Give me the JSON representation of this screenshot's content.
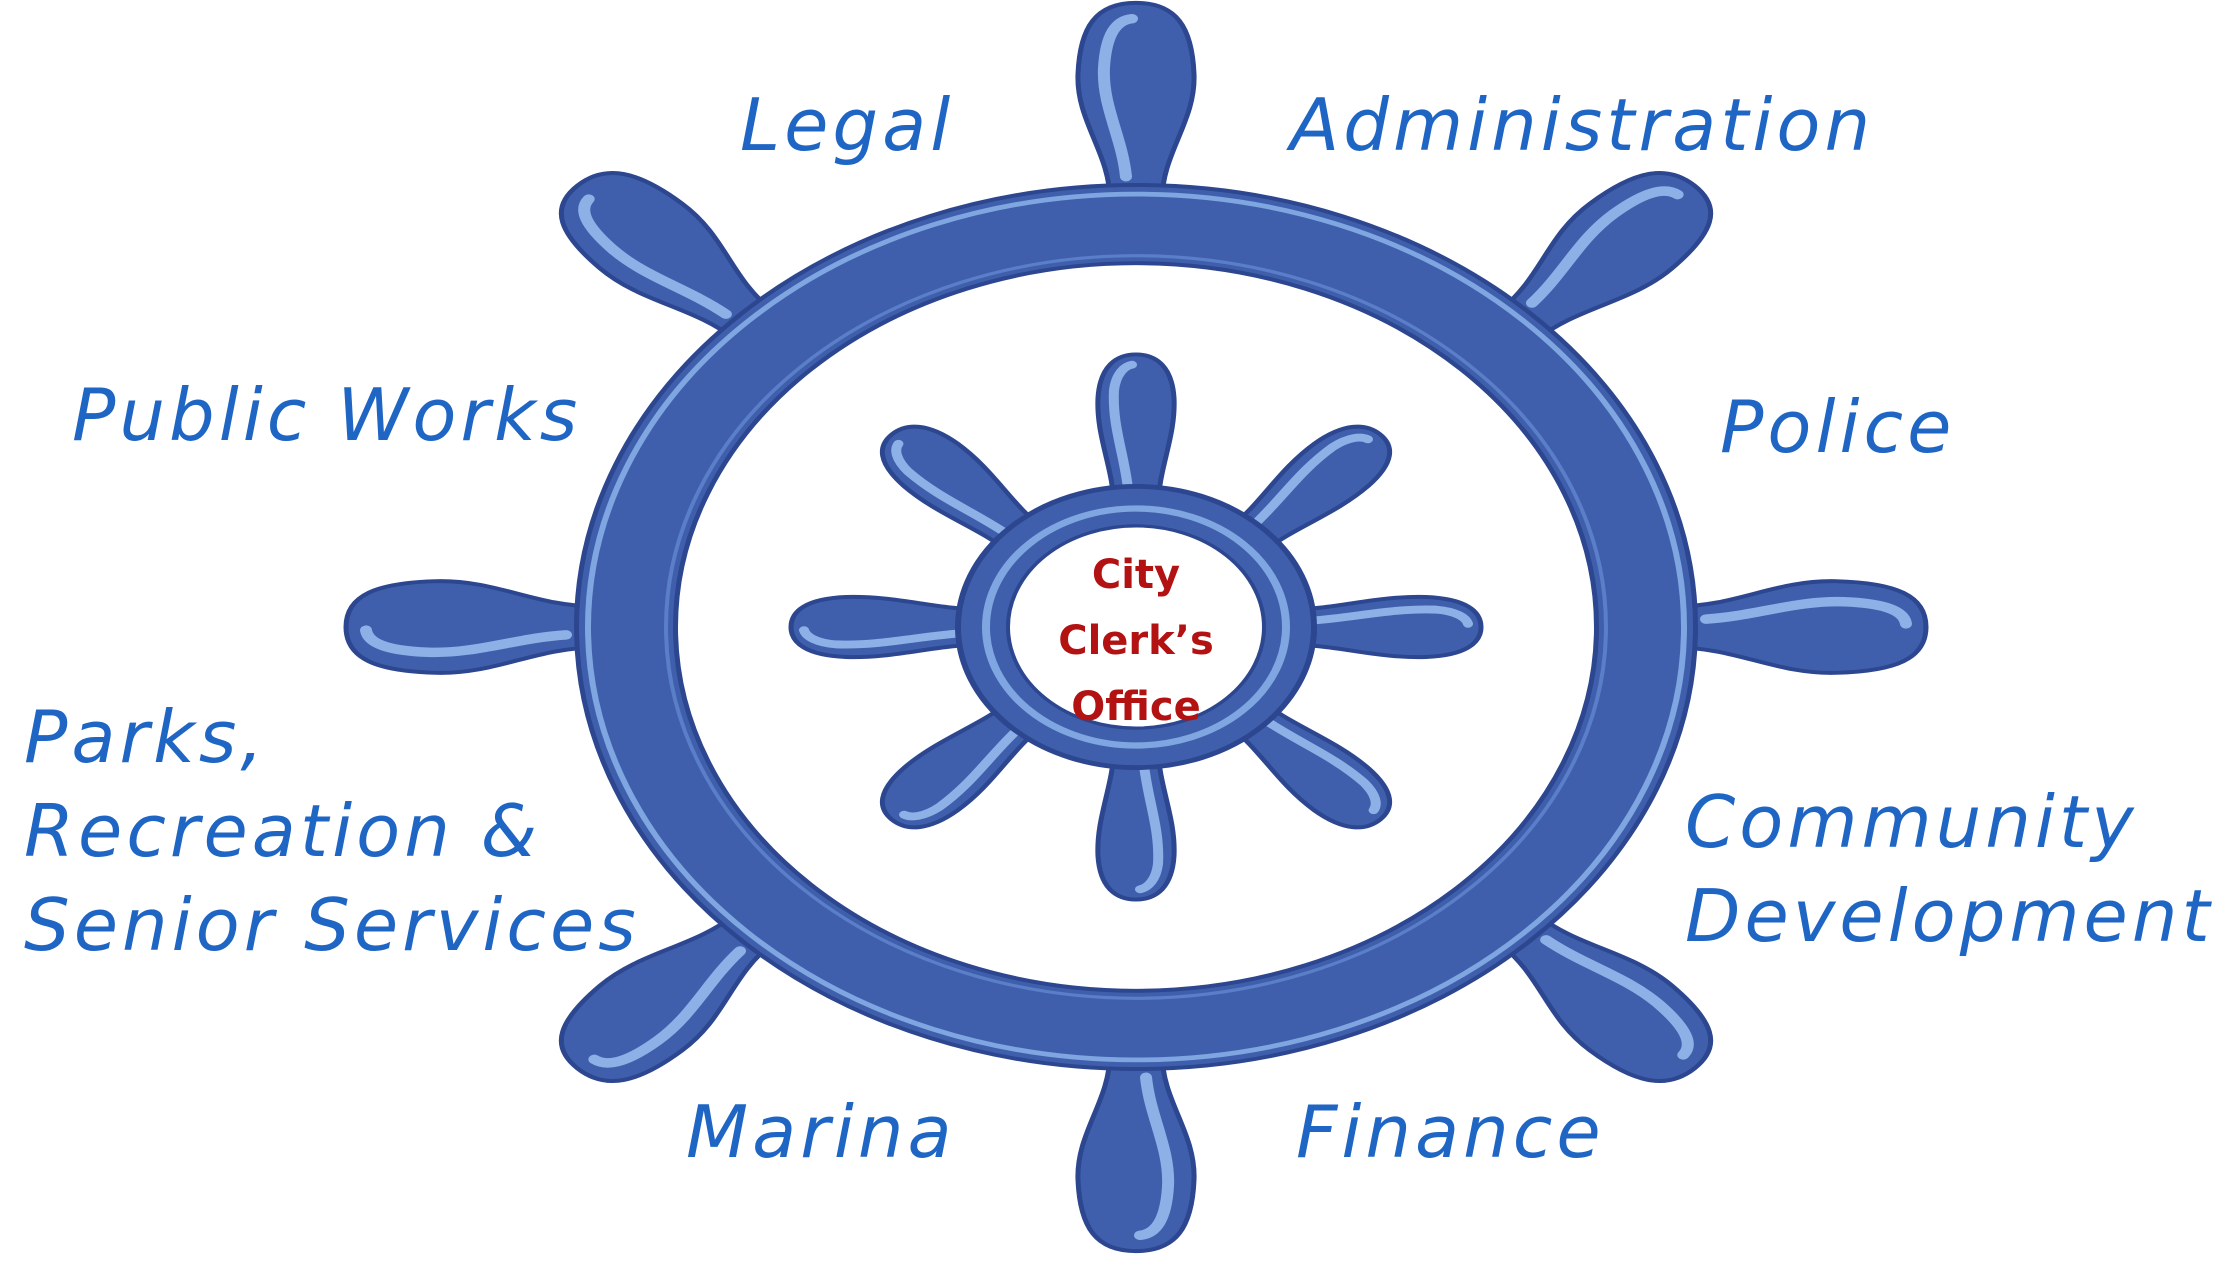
{
  "center": {
    "lines": [
      "City",
      "Clerk’s",
      "Office"
    ]
  },
  "departments": {
    "legal": "Legal",
    "administration": "Administration",
    "public_works": "Public Works",
    "police": "Police",
    "parks": [
      "Parks,",
      "Recreation &",
      "Senior Services"
    ],
    "community_development": [
      "Community",
      "Development"
    ],
    "marina": "Marina",
    "finance": "Finance"
  },
  "colors": {
    "wheel_dark": "#3f5fac",
    "wheel_light": "#7fa6e0",
    "label_blue": "#1f66c4",
    "center_red": "#b31212",
    "background": "#ffffff"
  }
}
